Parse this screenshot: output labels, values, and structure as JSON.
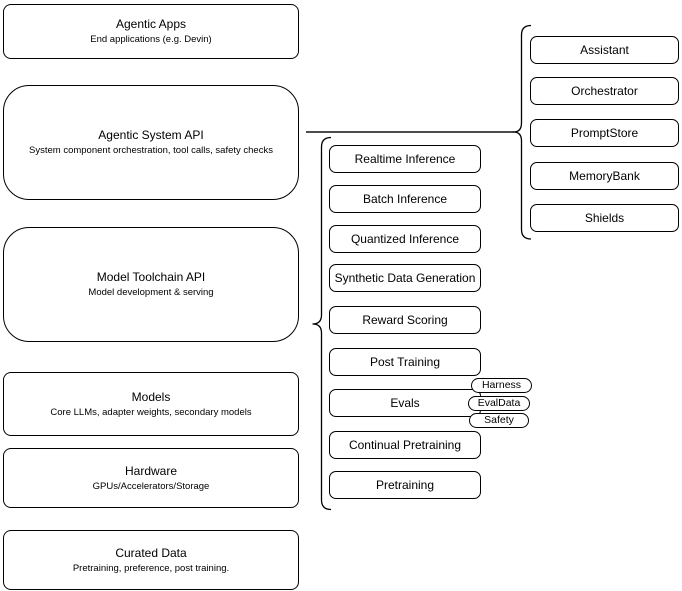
{
  "diagram": {
    "left_stack": [
      {
        "title": "Agentic Apps",
        "subtitle": "End applications (e.g. Devin)"
      },
      {
        "title": "Agentic System API",
        "subtitle": "System component orchestration, tool calls, safety checks"
      },
      {
        "title": "Model Toolchain API",
        "subtitle": "Model development & serving"
      },
      {
        "title": "Models",
        "subtitle": "Core LLMs, adapter weights, secondary models"
      },
      {
        "title": "Hardware",
        "subtitle": "GPUs/Accelerators/Storage"
      },
      {
        "title": "Curated Data",
        "subtitle": "Pretraining, preference, post training."
      }
    ],
    "toolchain_components": [
      "Realtime Inference",
      "Batch Inference",
      "Quantized Inference",
      "Synthetic Data Generation",
      "Reward Scoring",
      "Post Training",
      "Evals",
      "Continual Pretraining",
      "Pretraining"
    ],
    "eval_tags": [
      "Harness",
      "EvalData",
      "Safety"
    ],
    "system_components": [
      "Assistant",
      "Orchestrator",
      "PromptStore",
      "MemoryBank",
      "Shields"
    ],
    "colors": {
      "shape_stroke": "#000000",
      "connector": "#4d4d4d",
      "fill": "#ffffff",
      "background": "#ffffff"
    }
  }
}
